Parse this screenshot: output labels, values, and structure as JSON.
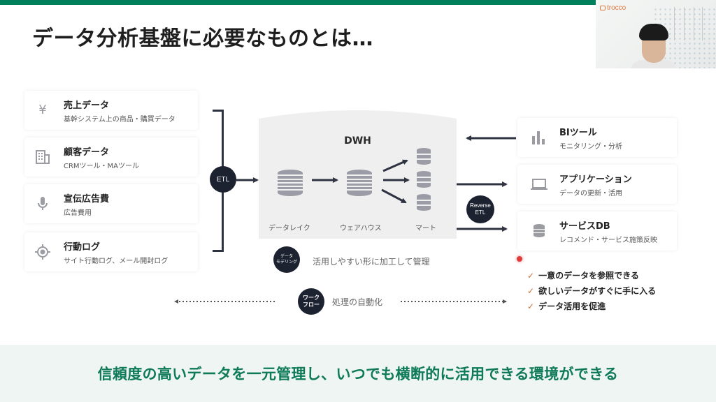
{
  "slide": {
    "title": "データ分析基盤に必要なものとは…",
    "accent_color": "#00805a",
    "footer_color": "#0e7a58"
  },
  "webcam": {
    "brand": "trocco"
  },
  "sources": [
    {
      "icon": "yen-icon",
      "name": "売上データ",
      "desc": "基幹システム上の商品・購買データ"
    },
    {
      "icon": "building-icon",
      "name": "顧客データ",
      "desc": "CRMツール・MAツール"
    },
    {
      "icon": "microphone-icon",
      "name": "宣伝広告費",
      "desc": "広告費用"
    },
    {
      "icon": "target-icon",
      "name": "行動ログ",
      "desc": "サイト行動ログ、メール開封ログ"
    }
  ],
  "etl_badge": "ETL",
  "dwh": {
    "title": "DWH",
    "stages": [
      "データレイク",
      "ウェアハウス",
      "マート"
    ]
  },
  "modeling": {
    "badge_line1": "データ",
    "badge_line2": "モデリング",
    "text": "活用しやすい形に加工して管理"
  },
  "workflow": {
    "badge_line1": "ワーク",
    "badge_line2": "フロー",
    "text": "処理の自動化"
  },
  "reverse_etl": {
    "line1": "Reverse",
    "line2": "ETL"
  },
  "destinations": [
    {
      "icon": "bar-chart-icon",
      "name": "BIツール",
      "desc": "モニタリング・分析"
    },
    {
      "icon": "laptop-icon",
      "name": "アプリケーション",
      "desc": "データの更新・活用"
    },
    {
      "icon": "database-icon",
      "name": "サービスDB",
      "desc": "レコメンド・サービス施策反映"
    }
  ],
  "benefits": [
    "一意のデータを参照できる",
    "欲しいデータがすぐに手に入る",
    "データ活用を促進"
  ],
  "check_glyph": "✓",
  "footer": {
    "text": "信頼度の高いデータを一元管理し、いつでも横断的に活用できる環境ができる"
  }
}
